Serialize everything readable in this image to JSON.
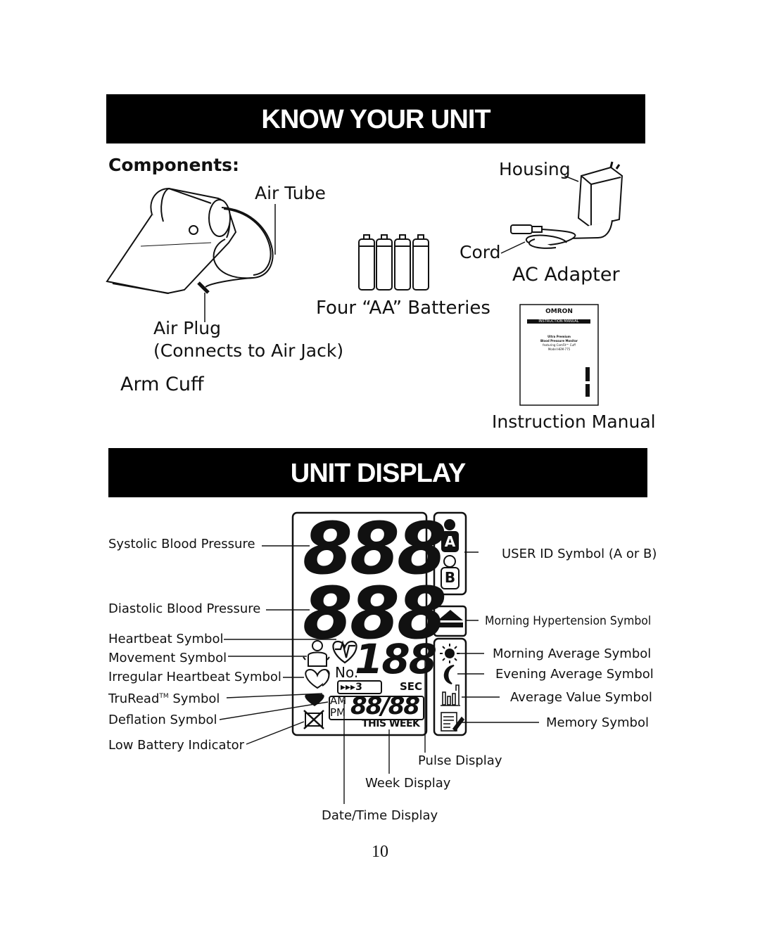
{
  "sections": {
    "know_your_unit": "KNOW YOUR UNIT",
    "unit_display": "UNIT DISPLAY"
  },
  "components": {
    "heading": "Components:",
    "air_tube": "Air Tube",
    "air_plug": "Air Plug",
    "air_plug_note": "(Connects to Air Jack)",
    "arm_cuff": "Arm Cuff",
    "batteries": "Four “AA” Batteries",
    "housing": "Housing",
    "cord": "Cord",
    "ac_adapter": "AC Adapter",
    "instruction_manual": "Instruction Manual",
    "manual_cover": {
      "brand": "OMRON",
      "band": "INSTRUCTION MANUAL",
      "line1": "Ultra Premium",
      "line2": "Blood Pressure Monitor",
      "line3": "featuring ComFit™ Cuff",
      "model": "Model HEM-775"
    }
  },
  "display_labels": {
    "systolic": "Systolic Blood Pressure",
    "diastolic": "Diastolic Blood Pressure",
    "heartbeat": "Heartbeat Symbol",
    "movement": "Movement Symbol",
    "irregular": "Irregular Heartbeat Symbol",
    "truread": "TruRead",
    "truread_tm": "TM",
    "truread_suffix": " Symbol",
    "deflation": "Deflation Symbol",
    "low_battery": "Low Battery Indicator",
    "user_id": "USER ID Symbol (A or B)",
    "morning_hypertension": "Morning Hypertension Symbol",
    "morning_average": "Morning Average Symbol",
    "evening_average": "Evening Average Symbol",
    "average_value": "Average Value Symbol",
    "memory": "Memory Symbol",
    "pulse": "Pulse Display",
    "week": "Week Display",
    "datetime": "Date/Time Display"
  },
  "lcd": {
    "systolic_digits": "888",
    "diastolic_digits": "888",
    "pulse_digits": "188",
    "no": "No.",
    "arrows": "▸▸▸3",
    "sec": "SEC",
    "am": "AM",
    "pm": "PM",
    "date_digits": "88/88",
    "this_week": "THIS WEEK",
    "user_a": "A",
    "user_b": "B"
  },
  "page_number": "10"
}
